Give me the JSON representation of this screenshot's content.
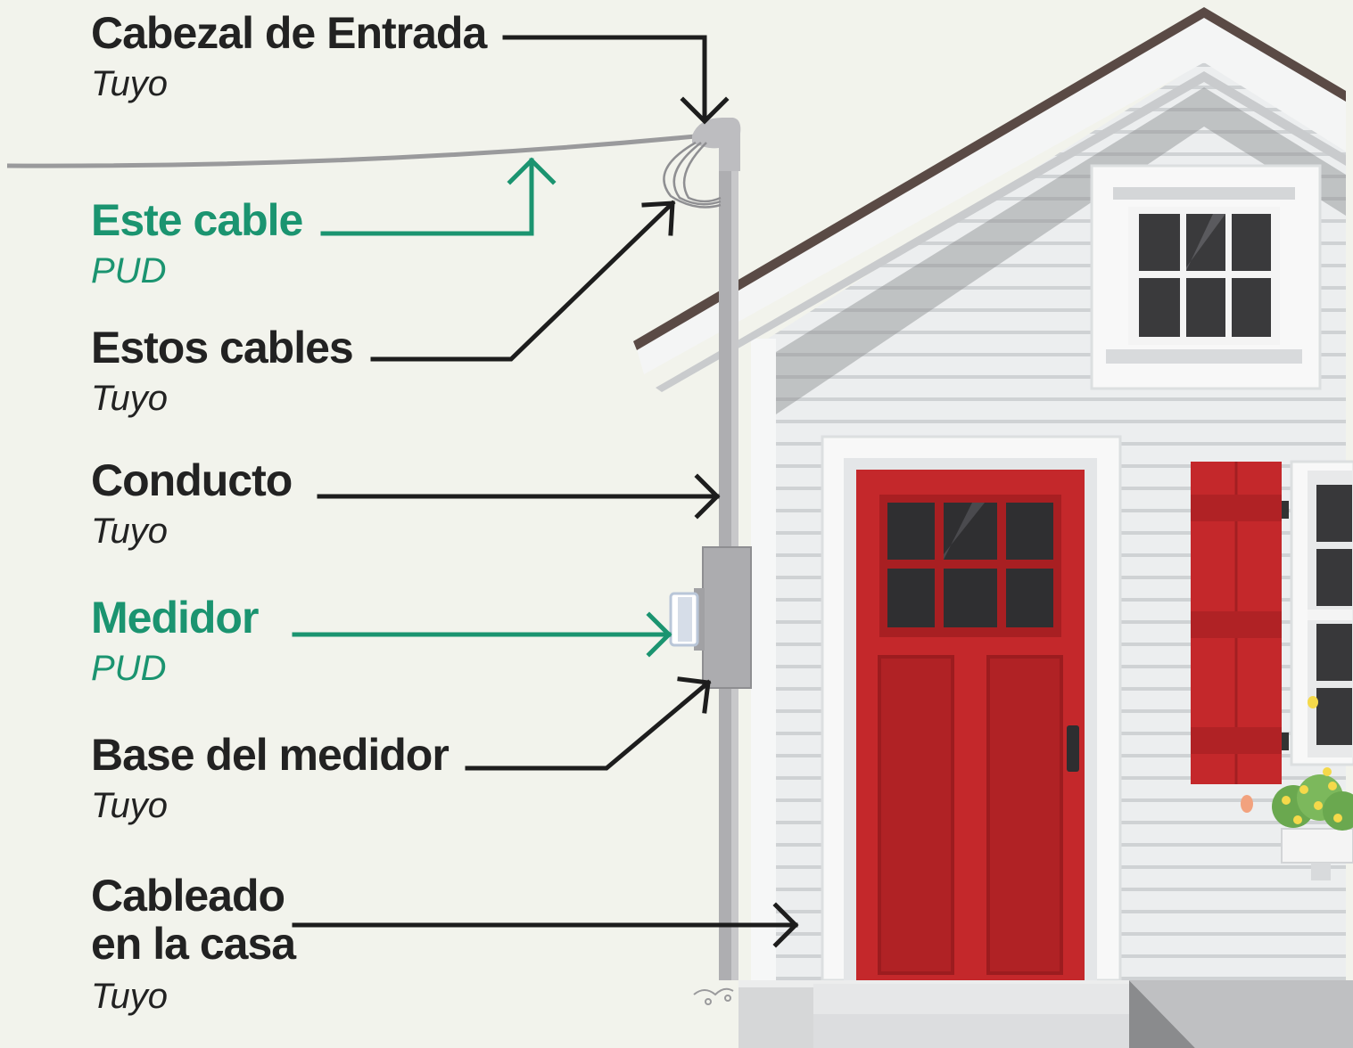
{
  "labels": [
    {
      "id": "service-head",
      "title": "Cabezal de Entrada",
      "owner": "Tuyo",
      "owner_type": "customer"
    },
    {
      "id": "service-drop",
      "title": "Este cable",
      "owner": "PUD",
      "owner_type": "utility"
    },
    {
      "id": "service-wires",
      "title": "Estos cables",
      "owner": "Tuyo",
      "owner_type": "customer"
    },
    {
      "id": "conduit",
      "title": "Conducto",
      "owner": "Tuyo",
      "owner_type": "customer"
    },
    {
      "id": "meter",
      "title": "Medidor",
      "owner": "PUD",
      "owner_type": "utility"
    },
    {
      "id": "meter-base",
      "title": "Base del medidor",
      "owner": "Tuyo",
      "owner_type": "customer"
    },
    {
      "id": "house-wiring",
      "title_line1": "Cableado",
      "title_line2": "en la casa",
      "owner": "Tuyo",
      "owner_type": "customer"
    }
  ],
  "colors": {
    "background": "#f2f3ec",
    "customer_text": "#222222",
    "utility_accent": "#1b9470",
    "door": "#c4282b",
    "roof": "#5a4a45",
    "siding": "#e8eaeb",
    "conduit": "#aeaeb1"
  }
}
